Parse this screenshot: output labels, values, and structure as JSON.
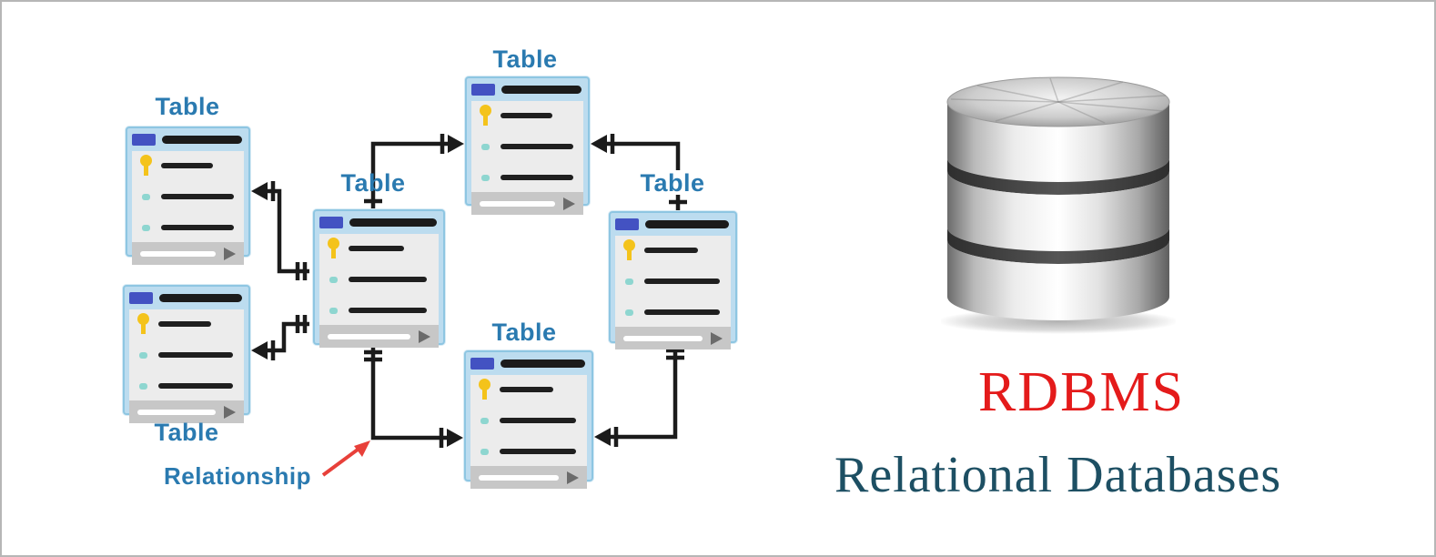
{
  "diagram": {
    "tables": [
      {
        "id": "top-left",
        "label": "Table"
      },
      {
        "id": "bottom-left",
        "label": "Table"
      },
      {
        "id": "center",
        "label": "Table"
      },
      {
        "id": "top-center",
        "label": "Table"
      },
      {
        "id": "bottom-center",
        "label": "Table"
      },
      {
        "id": "right",
        "label": "Table"
      }
    ],
    "relationship_label": "Relationship",
    "label_color": "#2a7ab0",
    "connector_color": "#1b1b1b",
    "relationship_arrow_color": "#e8403a",
    "table_widget_icons": {
      "key_icon_color": "#f4c31b",
      "field_dot_color": "#8ed6d0",
      "frame_color": "#8ec6e2",
      "titlebar_chip_color": "#4352c2"
    }
  },
  "right_panel": {
    "icon": "database-cylinder-icon",
    "title": "RDBMS",
    "title_color": "#e41b1b",
    "subtitle": "Relational Databases",
    "subtitle_color": "#1d4f63"
  }
}
